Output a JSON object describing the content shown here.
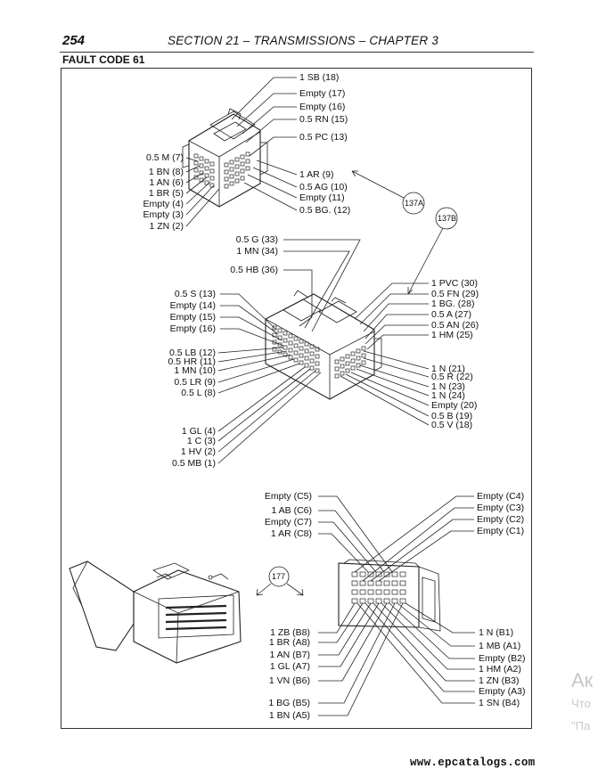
{
  "header": {
    "page_number": "254",
    "section": "SECTION 21 – TRANSMISSIONS – CHAPTER 3"
  },
  "fault_code": "FAULT CODE 61",
  "callouts": {
    "c137a": "137A",
    "c137b": "137B",
    "c177": "177"
  },
  "conn_137a": {
    "left": [
      "0.5 M (7)",
      "1 BN (8)",
      "1 AN (6)",
      "1 BR (5)",
      "Empty (4)",
      "Empty (3)",
      "1 ZN (2)"
    ],
    "right": [
      "1 SB (18)",
      "Empty (17)",
      "Empty (16)",
      "0.5 RN (15)",
      "0.5 PC (13)",
      "1 AR (9)",
      "0.5 AG (10)",
      "Empty (11)",
      "0.5 BG. (12)"
    ]
  },
  "conn_137b": {
    "top": [
      "0.5 G (33)",
      "1 MN (34)",
      "0.5 HB (36)"
    ],
    "left_upper": [
      "0.5 S (13)",
      "Empty (14)",
      "Empty (15)",
      "Empty (16)"
    ],
    "left_mid": [
      "0.5 LB (12)",
      "0.5 HR (11)",
      "1 MN (10)",
      "0.5 LR (9)",
      "0.5 L (8)"
    ],
    "left_lower": [
      "1 GL (4)",
      "1 C (3)",
      "1 HV (2)",
      "0.5 MB (1)"
    ],
    "right_upper": [
      "1 PVC (30)",
      "0.5 FN (29)",
      "1 BG. (28)",
      "0.5 A (27)",
      "0.5 AN (26)",
      "1 HM (25)"
    ],
    "right_lower": [
      "1 N (21)",
      "0.5 R (22)",
      "1 N (23)",
      "1 N (24)",
      "Empty (20)",
      "0.5 B (19)",
      "0.5 V (18)"
    ]
  },
  "conn_177": {
    "top_left": [
      "Empty (C5)",
      "1 AB (C6)",
      "Empty (C7)",
      "1 AR (C8)"
    ],
    "top_right": [
      "Empty (C4)",
      "Empty (C3)",
      "Empty (C2)",
      "Empty (C1)"
    ],
    "bottom_left_a": [
      "1 ZB (B8)",
      "1 BR (A8)",
      "1 AN (B7)",
      "1 GL (A7)",
      "1 VN (B6)"
    ],
    "bottom_left_b": [
      "1 BG (B5)",
      "1 BN (A5)"
    ],
    "bottom_right": [
      "1 N (B1)",
      "1 MB (A1)",
      "Empty (B2)",
      "1 HM (A2)",
      "1 ZN (B3)",
      "Empty (A3)",
      "1 SN (B4)"
    ]
  },
  "watermark": {
    "line1": "Ак",
    "line2": "Что",
    "line3": "\"Па"
  },
  "footer": {
    "site": "www.epcatalogs.com"
  }
}
